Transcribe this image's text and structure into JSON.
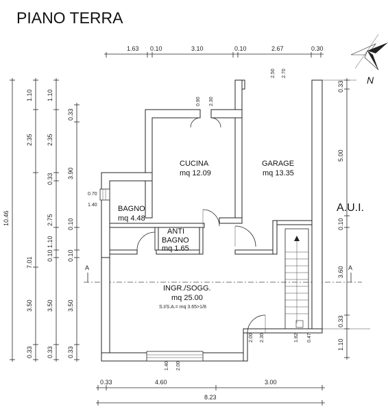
{
  "title": "PIANO TERRA",
  "aui": "A.U.I.",
  "north": "N",
  "section_mark": "A",
  "rooms": {
    "cucina": {
      "name": "CUCINA",
      "area": "mq 12.09"
    },
    "garage": {
      "name": "GARAGE",
      "area": "mq 13.35"
    },
    "bagno": {
      "name": "BAGNO",
      "area": "mq 4.48"
    },
    "antibagno": {
      "name1": "ANTI",
      "name2": "BAGNO",
      "area": "mq 1.65"
    },
    "ingresso": {
      "name": "INGR./SOGG.",
      "area": "mq 25.00",
      "note": "S.I/S.A.= mq 3.65>1/8"
    }
  },
  "dims_top": [
    "1.63",
    "0.10",
    "3.10",
    "0.10",
    "2.67",
    "0.30"
  ],
  "dims_bottom": [
    "0.33",
    "4.60",
    "3.00"
  ],
  "dim_total_bottom": "8.23",
  "dims_left_total": "10.46",
  "dims_left_a": [
    "1.10",
    "2.35",
    "7.01",
    "3.50",
    "0.33"
  ],
  "dims_left_b": [
    "1.10",
    "2.35",
    "0.33",
    "2.75",
    "1.10",
    "0.10",
    "3.50",
    "0.33"
  ],
  "dims_left_c": [
    "0.33",
    "3.90",
    "0.10",
    "0.10",
    "3.50",
    "0.33"
  ],
  "dims_right": [
    "0.33",
    "5.00",
    "0.10",
    "3.60",
    "0.33",
    "1.10"
  ],
  "dims_misc": {
    "door_kitchen_a": "0.90",
    "door_kitchen_b": "2.30",
    "garage_a": "2.50",
    "garage_b": "2.70",
    "window_bagno_a": "0.70",
    "window_bagno_b": "1.40",
    "entrance_a": "1.40",
    "entrance_b": "2.00",
    "door_b_a": "2.00",
    "door_b_b": "2.30",
    "stair_a": "1.82",
    "stair_b": "0.47"
  }
}
